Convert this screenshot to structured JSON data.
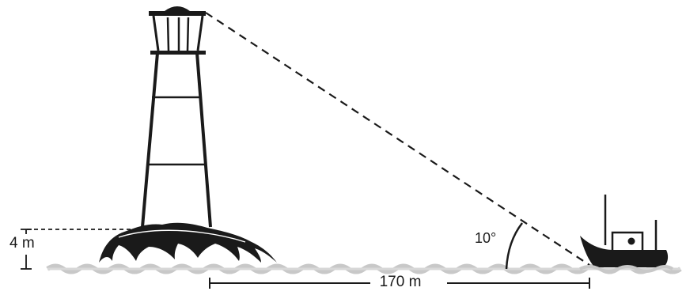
{
  "diagram": {
    "labels": {
      "rock_height": "4 m",
      "angle": "10°",
      "distance": "170 m"
    },
    "colors": {
      "ink": "#1a1a1a",
      "water": "#c8c8c8"
    }
  }
}
